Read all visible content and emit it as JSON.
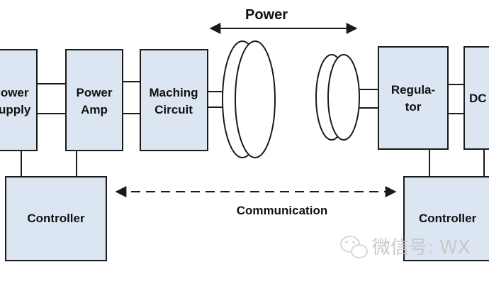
{
  "labels": {
    "power_top": "Power",
    "communication": "Communication",
    "power_supply_line1": "Power",
    "power_supply_line2": "Supply",
    "power_amp_line1": "Power",
    "power_amp_line2": "Amp",
    "matching_line1": "Maching",
    "matching_line2": "Circuit",
    "regulator_line1": "Regula-",
    "regulator_line2": "tor",
    "dc_block": "DC",
    "controller_left": "Controller",
    "controller_right": "Controller"
  },
  "watermark": {
    "text": "微信号: WX",
    "icon": "wechat-icon"
  },
  "colors": {
    "block_fill": "#dce6f2",
    "stroke": "#1a1a1a",
    "watermark": "#c8c8c8"
  }
}
